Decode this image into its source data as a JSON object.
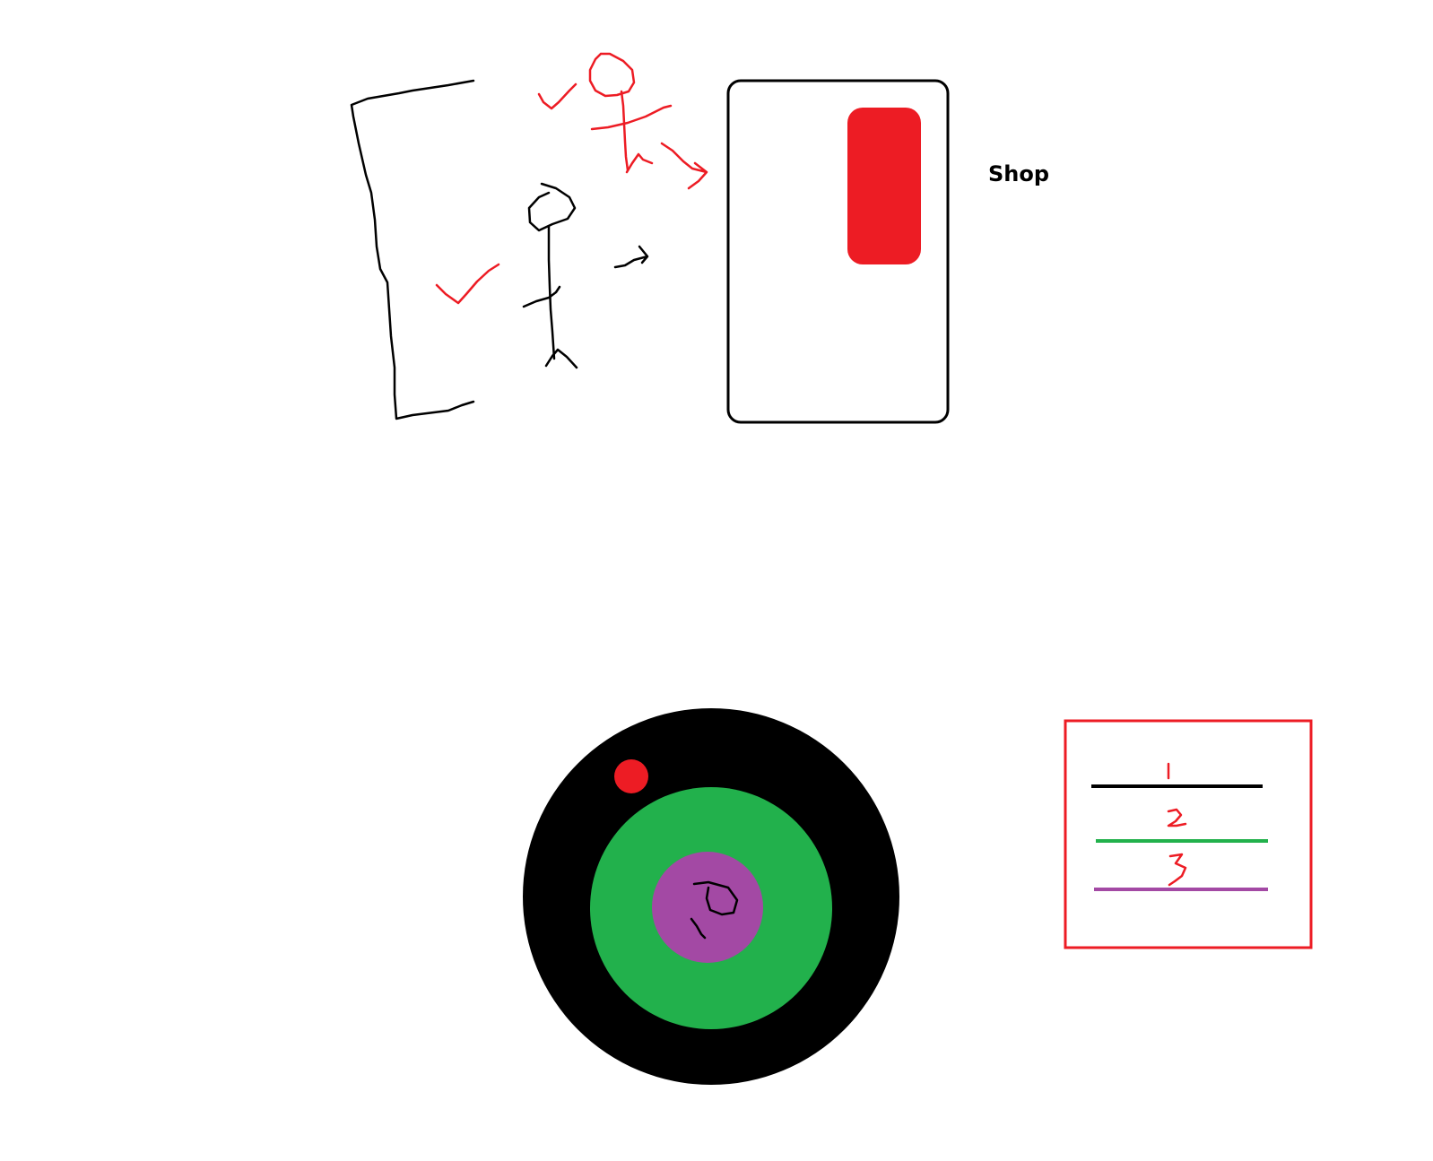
{
  "labels": {
    "shop": "Shop",
    "legend_1": "1",
    "legend_2": "2",
    "legend_3": "3",
    "center_mark": "D"
  },
  "colors": {
    "ink": "#000000",
    "red": "#ed1c24",
    "green": "#22b14c",
    "purple": "#a349a4",
    "background": "#ffffff"
  }
}
